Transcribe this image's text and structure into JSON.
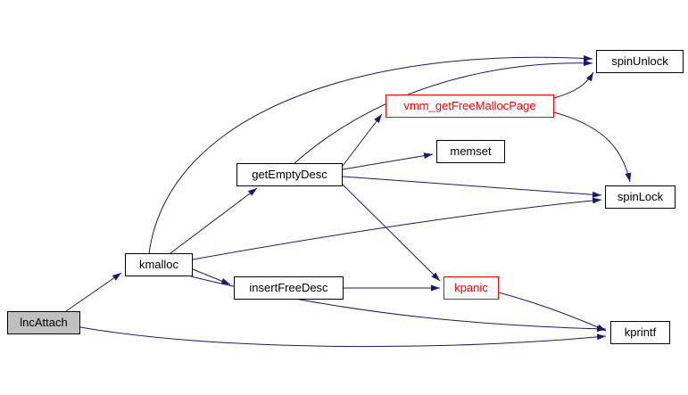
{
  "diagram": {
    "type": "call-graph",
    "edge_color": "#191970",
    "background": "#ffffff"
  },
  "nodes": [
    {
      "id": "lncAttach",
      "label": "lncAttach",
      "fill": "#c0c0c0",
      "border": "#000000",
      "text": "#000000"
    },
    {
      "id": "kmalloc",
      "label": "kmalloc",
      "fill": "#ffffff",
      "border": "#000000",
      "text": "#000000"
    },
    {
      "id": "insertFreeDesc",
      "label": "insertFreeDesc",
      "fill": "#ffffff",
      "border": "#000000",
      "text": "#000000"
    },
    {
      "id": "getEmptyDesc",
      "label": "getEmptyDesc",
      "fill": "#ffffff",
      "border": "#000000",
      "text": "#000000"
    },
    {
      "id": "vmm_getFreeMallocPage",
      "label": "vmm_getFreeMallocPage",
      "fill": "#ffffff",
      "border": "#ff0000",
      "text": "#ff0000"
    },
    {
      "id": "memset",
      "label": "memset",
      "fill": "#ffffff",
      "border": "#000000",
      "text": "#000000"
    },
    {
      "id": "spinUnlock",
      "label": "spinUnlock",
      "fill": "#ffffff",
      "border": "#000000",
      "text": "#000000"
    },
    {
      "id": "spinLock",
      "label": "spinLock",
      "fill": "#ffffff",
      "border": "#000000",
      "text": "#000000"
    },
    {
      "id": "kpanic",
      "label": "kpanic",
      "fill": "#ffffff",
      "border": "#ff0000",
      "text": "#ff0000"
    },
    {
      "id": "kprintf",
      "label": "kprintf",
      "fill": "#ffffff",
      "border": "#000000",
      "text": "#000000"
    }
  ],
  "edges": [
    {
      "from": "lncAttach",
      "to": "kmalloc"
    },
    {
      "from": "lncAttach",
      "to": "kprintf"
    },
    {
      "from": "kmalloc",
      "to": "getEmptyDesc"
    },
    {
      "from": "kmalloc",
      "to": "insertFreeDesc"
    },
    {
      "from": "kmalloc",
      "to": "spinUnlock"
    },
    {
      "from": "kmalloc",
      "to": "spinLock"
    },
    {
      "from": "kmalloc",
      "to": "kprintf"
    },
    {
      "from": "getEmptyDesc",
      "to": "memset"
    },
    {
      "from": "getEmptyDesc",
      "to": "vmm_getFreeMallocPage"
    },
    {
      "from": "getEmptyDesc",
      "to": "spinUnlock"
    },
    {
      "from": "getEmptyDesc",
      "to": "spinLock"
    },
    {
      "from": "getEmptyDesc",
      "to": "kpanic"
    },
    {
      "from": "insertFreeDesc",
      "to": "kpanic"
    },
    {
      "from": "vmm_getFreeMallocPage",
      "to": "spinUnlock"
    },
    {
      "from": "vmm_getFreeMallocPage",
      "to": "spinLock"
    },
    {
      "from": "kpanic",
      "to": "kprintf"
    }
  ]
}
